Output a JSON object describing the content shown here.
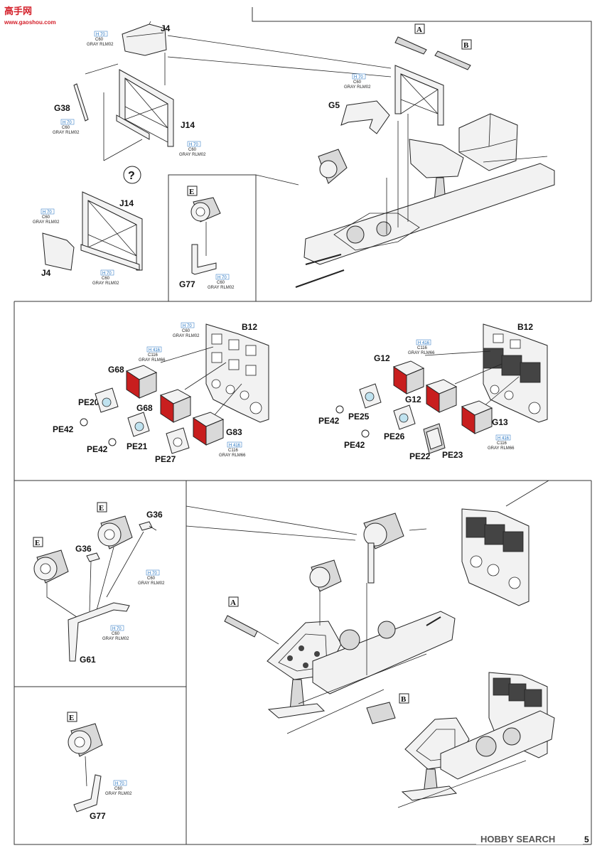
{
  "watermark": {
    "brand_top": "高手网",
    "brand_url": "www.gaoshou.com",
    "brand_bottom": "HOBBY SEARCH",
    "page_number": "5"
  },
  "paint": {
    "h70": "H 70",
    "c60": "C60",
    "rlm02": "GRAY RLM02",
    "h416": "H 416",
    "c116": "C116",
    "rlm66": "GRAY RLM66"
  },
  "panel1": {
    "labels": {
      "j4_top": "J4",
      "g38": "G38",
      "j14_top": "J14",
      "question": "?",
      "j14_bottom": "J14",
      "j4_bottom": "J4",
      "e_box": "E",
      "g77": "G77"
    }
  },
  "panel2": {
    "labels": {
      "a_box": "A",
      "b_box": "B",
      "g5": "G5"
    }
  },
  "panel3": {
    "labels": {
      "b12": "B12",
      "g68_a": "G68",
      "pe20": "PE20",
      "g68_b": "G68",
      "pe42_a": "PE42",
      "pe42_b": "PE42",
      "pe21": "PE21",
      "pe27": "PE27",
      "g83": "G83"
    }
  },
  "panel4": {
    "labels": {
      "b12": "B12",
      "g12_a": "G12",
      "pe25": "PE25",
      "pe42_a": "PE42",
      "g12_b": "G12",
      "pe26": "PE26",
      "pe42_b": "PE42",
      "pe22": "PE22",
      "pe23": "PE23",
      "g13": "G13"
    }
  },
  "panel5": {
    "labels": {
      "e_box_a": "E",
      "g36_a": "G36",
      "e_box_b": "E",
      "g36_b": "G36",
      "g61": "G61"
    }
  },
  "panel6": {
    "labels": {
      "a_box": "A",
      "b_box": "B"
    }
  },
  "panel7": {
    "labels": {
      "e_box": "E",
      "g77": "G77"
    }
  }
}
